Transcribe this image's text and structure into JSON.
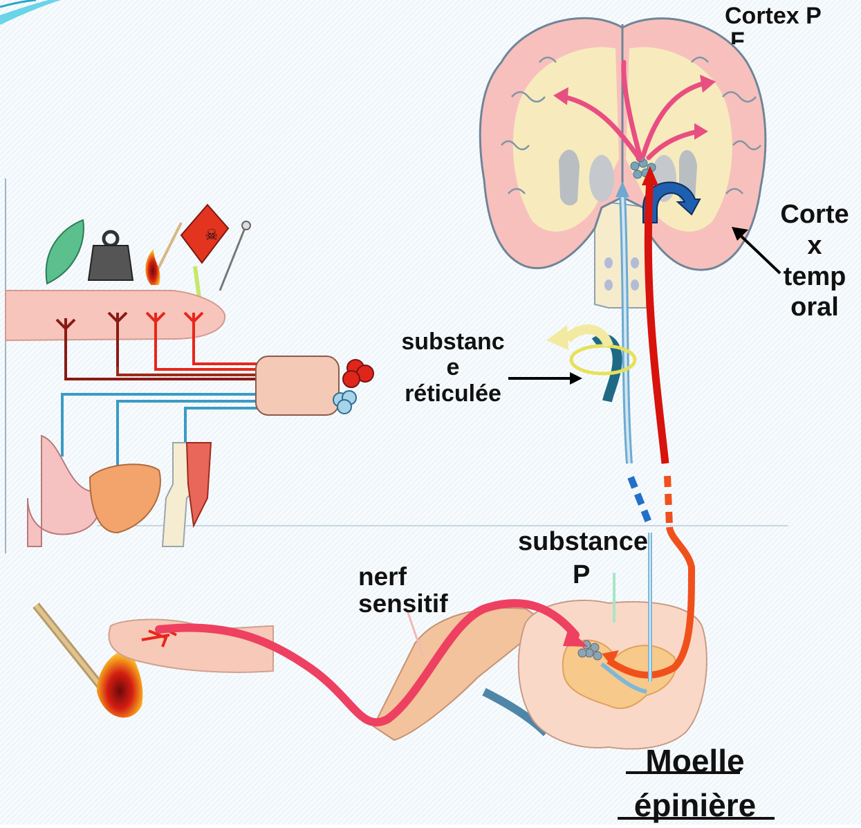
{
  "labels": {
    "cortex_p": [
      "Cortex P",
      "F"
    ],
    "cortex_temporal": [
      "Corte",
      "x",
      "temp",
      "oral"
    ],
    "substance_reticulee": [
      "substanc",
      "e",
      "réticulée"
    ],
    "substance_p": [
      "substance",
      "P"
    ],
    "nerf_sensitif": [
      "nerf",
      "sensitif"
    ],
    "moelle_epiniere": [
      "Moelle",
      "épinière"
    ]
  },
  "colors": {
    "ascending_pain_path": "#e8261a",
    "descending_path": "#7fb7d9",
    "sensitive_nerve": "#ee4060",
    "rotation_arrow": "#1f5fb0",
    "reticular_ring": "#e7e15a"
  },
  "icons": [
    "feather-icon",
    "weight-icon",
    "flame-match-icon",
    "toxic-bottle-icon",
    "pin-icon",
    "burning-match-icon"
  ]
}
